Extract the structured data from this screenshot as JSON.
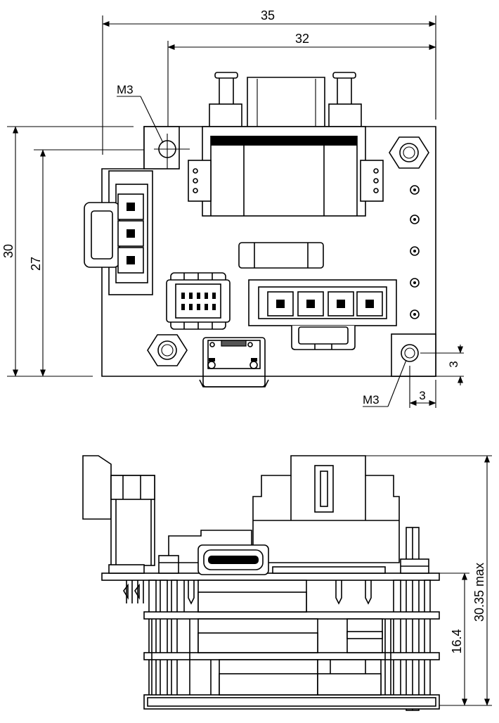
{
  "top_view": {
    "dim_total_width": "35",
    "dim_hole_spacing_x": "32",
    "dim_total_height": "30",
    "dim_hole_spacing_y": "27",
    "dim_hole_edge_y": "3",
    "dim_hole_edge_x": "3",
    "hole_label_top": "M3",
    "hole_label_bottom": "M3"
  },
  "side_view": {
    "dim_overall_height": "30.35 max",
    "dim_stack_height": "16.4"
  }
}
